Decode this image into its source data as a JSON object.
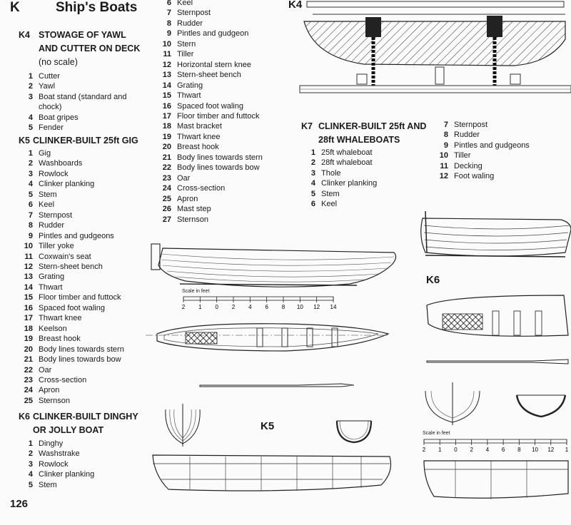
{
  "header": {
    "letter": "K",
    "title": "Ship's Boats"
  },
  "page_number": "126",
  "sections": {
    "k4": {
      "code": "K4",
      "title_lines": [
        "STOWAGE OF YAWL",
        "AND CUTTER ON DECK",
        "(no scale)"
      ],
      "items": [
        {
          "n": "1",
          "t": "Cutter"
        },
        {
          "n": "2",
          "t": "Yawl"
        },
        {
          "n": "3",
          "t": "Boat stand (standard and chock)"
        },
        {
          "n": "4",
          "t": "Boat gripes"
        },
        {
          "n": "5",
          "t": "Fender"
        }
      ]
    },
    "k5": {
      "code": "K5",
      "title_lines": [
        "CLINKER-BUILT 25ft GIG"
      ],
      "items": [
        {
          "n": "1",
          "t": "Gig"
        },
        {
          "n": "2",
          "t": "Washboards"
        },
        {
          "n": "3",
          "t": "Rowlock"
        },
        {
          "n": "4",
          "t": "Clinker planking"
        },
        {
          "n": "5",
          "t": "Stem"
        },
        {
          "n": "6",
          "t": "Keel"
        },
        {
          "n": "7",
          "t": "Sternpost"
        },
        {
          "n": "8",
          "t": "Rudder"
        },
        {
          "n": "9",
          "t": "Pintles and gudgeons"
        },
        {
          "n": "10",
          "t": "Tiller yoke"
        },
        {
          "n": "11",
          "t": "Coxwain's seat"
        },
        {
          "n": "12",
          "t": "Stern-sheet bench"
        },
        {
          "n": "13",
          "t": "Grating"
        },
        {
          "n": "14",
          "t": "Thwart"
        },
        {
          "n": "15",
          "t": "Floor timber and futtock"
        },
        {
          "n": "16",
          "t": "Spaced foot waling"
        },
        {
          "n": "17",
          "t": "Thwart knee"
        },
        {
          "n": "18",
          "t": "Keelson"
        },
        {
          "n": "19",
          "t": "Breast hook"
        },
        {
          "n": "20",
          "t": "Body lines towards stern"
        },
        {
          "n": "21",
          "t": "Body lines towards bow"
        },
        {
          "n": "22",
          "t": "Oar"
        },
        {
          "n": "23",
          "t": "Cross-section"
        },
        {
          "n": "24",
          "t": "Apron"
        },
        {
          "n": "25",
          "t": "Sternson"
        }
      ]
    },
    "k6": {
      "code": "K6",
      "title_lines": [
        "CLINKER-BUILT DINGHY",
        "OR JOLLY BOAT"
      ],
      "items": [
        {
          "n": "1",
          "t": "Dinghy"
        },
        {
          "n": "2",
          "t": "Washstrake"
        },
        {
          "n": "3",
          "t": "Rowlock"
        },
        {
          "n": "4",
          "t": "Clinker planking"
        },
        {
          "n": "5",
          "t": "Stem"
        }
      ],
      "items_cont": [
        {
          "n": "6",
          "t": "Keel"
        },
        {
          "n": "7",
          "t": "Sternpost"
        },
        {
          "n": "8",
          "t": "Rudder"
        },
        {
          "n": "9",
          "t": "Pintles and gudgeon"
        },
        {
          "n": "10",
          "t": "Stern"
        },
        {
          "n": "11",
          "t": "Tiller"
        },
        {
          "n": "12",
          "t": "Horizontal stern knee"
        },
        {
          "n": "13",
          "t": "Stern-sheet bench"
        },
        {
          "n": "14",
          "t": "Grating"
        },
        {
          "n": "15",
          "t": "Thwart"
        },
        {
          "n": "16",
          "t": "Spaced foot waling"
        },
        {
          "n": "17",
          "t": "Floor timber and futtock"
        },
        {
          "n": "18",
          "t": "Mast bracket"
        },
        {
          "n": "19",
          "t": "Thwart knee"
        },
        {
          "n": "20",
          "t": "Breast hook"
        },
        {
          "n": "21",
          "t": "Body lines towards stern"
        },
        {
          "n": "22",
          "t": "Body lines towards bow"
        },
        {
          "n": "23",
          "t": "Oar"
        },
        {
          "n": "24",
          "t": "Cross-section"
        },
        {
          "n": "25",
          "t": "Apron"
        },
        {
          "n": "26",
          "t": "Mast step"
        },
        {
          "n": "27",
          "t": "Sternson"
        }
      ]
    },
    "k7": {
      "code": "K7",
      "title_lines": [
        "CLINKER-BUILT 25ft AND",
        "28ft WHALEBOATS"
      ],
      "items": [
        {
          "n": "1",
          "t": "25ft whaleboat"
        },
        {
          "n": "2",
          "t": "28ft whaleboat"
        },
        {
          "n": "3",
          "t": "Thole"
        },
        {
          "n": "4",
          "t": "Clinker planking"
        },
        {
          "n": "5",
          "t": "Stem"
        },
        {
          "n": "6",
          "t": "Keel"
        }
      ],
      "items_cont": [
        {
          "n": "7",
          "t": "Sternpost"
        },
        {
          "n": "8",
          "t": "Rudder"
        },
        {
          "n": "9",
          "t": "Pintles and gudgeons"
        },
        {
          "n": "10",
          "t": "Tiller"
        },
        {
          "n": "11",
          "t": "Decking"
        },
        {
          "n": "12",
          "t": "Foot waling"
        }
      ]
    }
  },
  "figures": {
    "k4_label": "K4",
    "k5_label": "K5",
    "k6_label": "K6",
    "scale_caption": "Scale in feet",
    "k5_scale_ticks": [
      "2",
      "1",
      "0",
      "2",
      "4",
      "6",
      "8",
      "10",
      "12",
      "14"
    ],
    "k6_scale_ticks": [
      "2",
      "1",
      "0",
      "2",
      "4",
      "6",
      "8",
      "10",
      "12",
      "1"
    ]
  }
}
